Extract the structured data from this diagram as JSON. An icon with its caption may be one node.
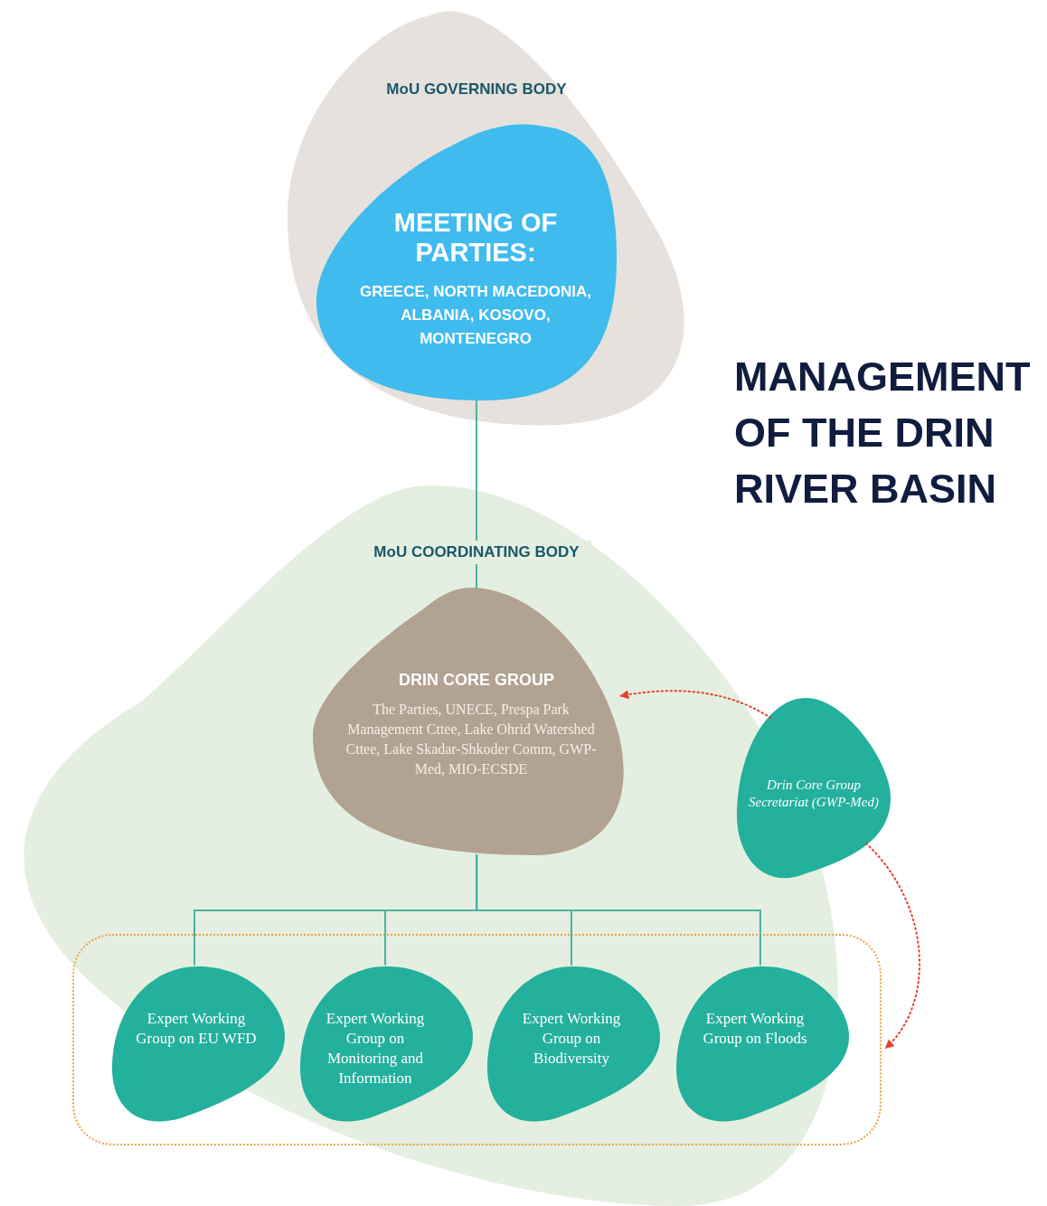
{
  "diagram": {
    "title": "MANAGEMENT OF THE DRIN RIVER BASIN",
    "nodes": [
      {
        "text": [
          "MoU GOVERNING BODY"
        ]
      },
      {
        "text": [
          "MEETING OF PARTIES:",
          "GREECE, NORTH MACEDONIA, ALBANIA, KOSOVO, MONTENEGRO"
        ],
        "in": 0
      },
      {
        "text": [
          "MoU COORDINATING BODY"
        ]
      },
      {
        "text": [
          "DRIN CORE GROUP",
          "The Parties, UNECE, Prespa Park Management Cttee, Lake Ohrid Watershed Cttee, Lake Skadar-Shkoder Comm, GWP-Med, MIO-ECSDE"
        ],
        "in": 2
      },
      {
        "text": [
          "Drin Core Group Secretariat (GWP-Med)"
        ]
      },
      {
        "text": [],
        "shape": "box"
      },
      {
        "text": [
          "Expert Working Group on EU WFD"
        ],
        "in": 5
      },
      {
        "text": [
          "Expert Working Group on Monitoring and Information"
        ],
        "in": 5
      },
      {
        "text": [
          "Expert Working Group on Biodiversity"
        ],
        "in": 5
      },
      {
        "text": [
          "Expert Working Group on Floods"
        ],
        "in": 5
      }
    ],
    "edges": [
      {
        "from": 1,
        "to": 3,
        "arrow": "none"
      },
      {
        "from": 3,
        "to": 6,
        "arrow": "none"
      },
      {
        "from": 3,
        "to": 7,
        "arrow": "none"
      },
      {
        "from": 3,
        "to": 8,
        "arrow": "none"
      },
      {
        "from": 3,
        "to": 9,
        "arrow": "none"
      },
      {
        "from": 4,
        "to": 3,
        "arrow": "to",
        "style": "dashed",
        "color": "#e3432d"
      },
      {
        "from": 4,
        "to": 5,
        "arrow": "to",
        "style": "dashed",
        "color": "#e3432d"
      }
    ]
  }
}
